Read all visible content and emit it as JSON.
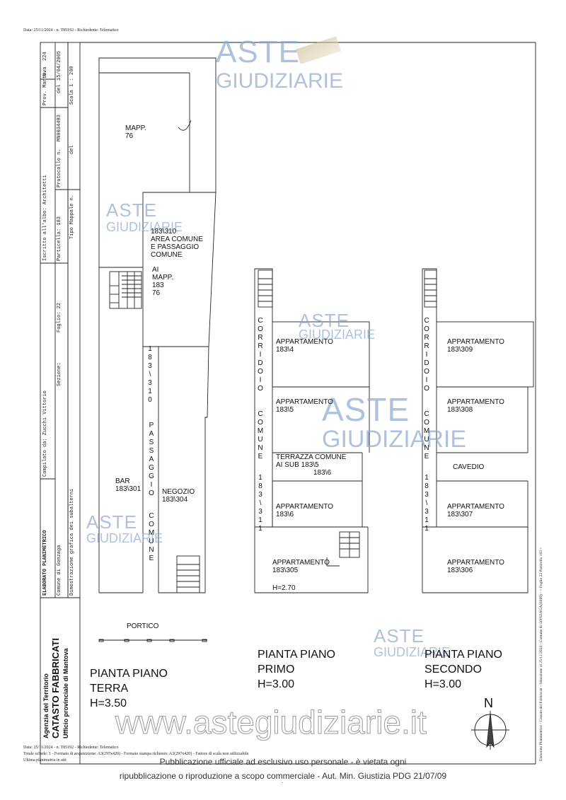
{
  "header": {
    "top_line": "Data: 25/11/2024 - n. T85192 - Richiedente: Telematico"
  },
  "title_block": {
    "doc_type": "ELABORATO PLANIMETRICO",
    "compilato": "Compilato da: Zucchi Vittorio",
    "iscritto": "Iscritto all'albo: Architetti",
    "prov": "Prov. Mantova",
    "n_label": "N.",
    "n_value": "224",
    "comune": "Comune di Gonzaga",
    "sezione": "Sezione:",
    "foglio": "Foglio: 22",
    "particella": "Particella: 183",
    "protocollo_label": "Protocollo n.",
    "protocollo_value": "MN0034493",
    "protocollo_del": "del",
    "protocollo_date": "15/04/2005",
    "dimostrazione": "Dimostrazione grafica dei subalterni",
    "tipo_mappale": "Tipo Mappale n.",
    "tipo_del": "del",
    "scala": "Scala 1 : 200"
  },
  "agency": {
    "line1": "Agenzia del Territorio",
    "line2": "CATASTO FABBRICATI",
    "line3": "Ufficio provinciale di Mantova"
  },
  "plan_terra": {
    "mapp76": [
      "MAPP.",
      "76"
    ],
    "area_comune": [
      "183\\310",
      "AREA COMUNE",
      "E PASSAGGIO",
      "COMUNE"
    ],
    "ai_mapp": [
      "AI",
      "MAPP.",
      "183",
      "76"
    ],
    "vert_id": "1\n8\n3\n\\\n3\n1\n0",
    "vert_passaggio": "P\nA\nS\nS\nA\nG\nG\nI\nO",
    "vert_comune": "C\nO\nM\nU\nN\nE",
    "bar": [
      "BAR",
      "183\\301"
    ],
    "negozio": [
      "NEGOZIO",
      "183\\304"
    ],
    "portico": "PORTICO",
    "title": [
      "PIANTA PIANO",
      "TERRA",
      "H=3.50"
    ]
  },
  "plan_primo": {
    "corridoio": "C\nO\nR\nR\nI\nD\nO\nI\nO",
    "comune": "C\nO\nM\nU\nN\nE",
    "id": "1\n8\n3\n\\\n3\n1\n1",
    "app1": [
      "APPARTAMENTO",
      "183\\4"
    ],
    "app2": [
      "APPARTAMENTO",
      "183\\5"
    ],
    "terrazza": [
      "TERRAZZA COMUNE",
      "AI SUB 183\\5",
      "183\\6"
    ],
    "app3": [
      "APPARTAMENTO",
      "183\\6"
    ],
    "app4": [
      "APPARTAMENTO",
      "183\\305"
    ],
    "h_inner": "H=2.70",
    "title": [
      "PIANTA PIANO",
      "PRIMO",
      "H=3.00"
    ]
  },
  "plan_secondo": {
    "corridoio": "C\nO\nR\nR\nI\nD\nO\nI\nO",
    "comune": "C\nO\nM\nU\nN\nE",
    "id": "1\n8\n3\n\\\n3\n1\n1",
    "app1": [
      "APPARTAMENTO",
      "183\\309"
    ],
    "app2": [
      "APPARTAMENTO",
      "183\\308"
    ],
    "cavedio": "CAVEDIO",
    "app3": [
      "APPARTAMENTO",
      "183\\307"
    ],
    "app4": [
      "APPARTAMENTO",
      "183\\306"
    ],
    "title": [
      "PIANTA PIANO",
      "SECONDO",
      "H=3.00"
    ]
  },
  "north": "N",
  "right_margin": "Elaborato Planimetrico - Catasto dei Fabbricati - Situazione al 25/11/2024 - Comune di GONZAGA(E089) - < Foglio 22 Particella 183 >",
  "footer": {
    "line1": "Data: 25/11/2024 - n. T85192 - Richiedente: Telematico",
    "line2": "Totale schede: 1 - Formato di acquisizione: A3(297x420) - Formato stampa richiesto: A3(297x420) - Fattore di scala non utilizzabile",
    "line3": "Ultima planimetria in atti",
    "disclaimer1": "Pubblicazione ufficiale ad esclusivo uso personale - è vietata ogni",
    "disclaimer2": "ripubblicazione o riproduzione a scopo commerciale - Aut. Min. Giustizia PDG 21/07/09",
    "dash": "-"
  },
  "watermark": {
    "aste": "ASTE",
    "giudiziarie": "GIUDIZIARIE",
    "site": "www.astegiudiziarie.it"
  }
}
